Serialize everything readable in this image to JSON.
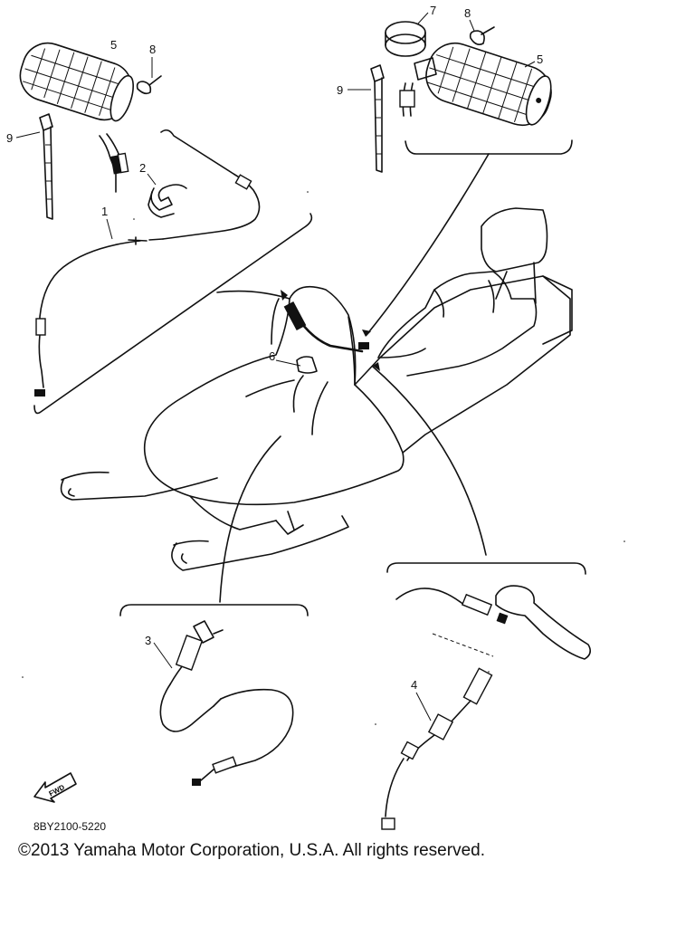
{
  "callouts": {
    "c1": "1",
    "c2": "2",
    "c3": "3",
    "c4": "4",
    "c5_left": "5",
    "c5_right": "5",
    "c6": "6",
    "c7": "7",
    "c8_left": "8",
    "c8_right": "8",
    "c9_left": "9",
    "c9_right": "9"
  },
  "fwd_label": "FWD",
  "part_code": "8BY2100-5220",
  "copyright": "©2013 Yamaha Motor Corporation, U.S.A. All rights reserved."
}
